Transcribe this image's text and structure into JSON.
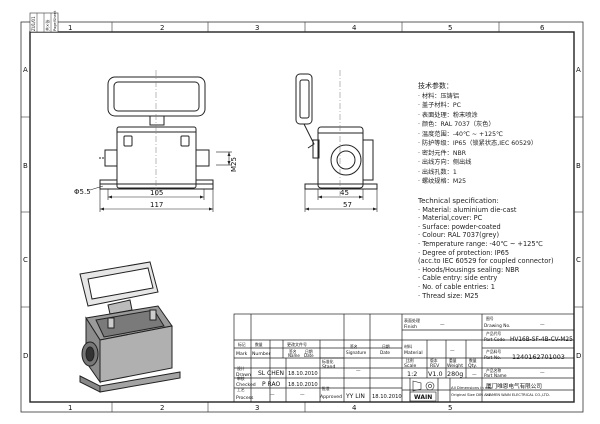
{
  "border": {
    "columns_top": [
      "1",
      "2",
      "3",
      "4",
      "5",
      "6"
    ],
    "columns_bottom": [
      "1",
      "2",
      "3",
      "4",
      "5"
    ],
    "rows_left": [
      "A",
      "B",
      "C",
      "D"
    ],
    "rows_right": [
      "A",
      "B",
      "C",
      "D"
    ],
    "rev_block_top": "共×张",
    "rev_block_sub": "Page/Sheet",
    "rev_block_side": "ZU1/01"
  },
  "dimensions": {
    "hole": "Φ5.5",
    "width_105": "105",
    "width_117": "117",
    "m25": "M25",
    "width_45": "45",
    "width_57": "57"
  },
  "spec_cn": {
    "title": "技术参数：",
    "lines": [
      "· 材料：压铸铝",
      "· 盖子材料：PC",
      "· 表面处理：粉末喷涂",
      "· 颜色：RAL 7037（灰色）",
      "· 温度范围：-40℃ ~ +125℃",
      "· 防护等级：IP65（锁紧状态,IEC 60529）",
      "· 密封元件：NBR",
      "· 出线方向：侧出线",
      "· 出线孔数：1",
      "· 螺纹规格：M25"
    ]
  },
  "spec_en": {
    "title": "Technical specification:",
    "lines": [
      "· Material: aluminium die-cast",
      "· Material,cover: PC",
      "· Surface: powder-coated",
      "· Colour: RAL 7037(grey)",
      "· Temperature range: -40℃ ~ +125℃",
      "· Degree of protection: IP65",
      "   (acc.to IEC 60529 for coupled connector)",
      "· Hoods/Housings sealing: NBR",
      "· Cable entry: side entry",
      "· No. of cable entries: 1",
      "· Thread size: M25"
    ]
  },
  "title_block": {
    "finish_cn": "表面处理",
    "finish": "Finish",
    "finish_val": "—",
    "material_cn": "材料",
    "material": "Material",
    "material_val": "—",
    "drawing_no_cn": "图号",
    "drawing_no": "Drawing No.",
    "drawing_no_val": "—",
    "part_code_cn": "产品代号",
    "part_code": "Part Code",
    "part_code_val": "HV16B-SF-4B-CV-M25",
    "part_no_cn": "产品料号",
    "part_no": "Part No.",
    "part_no_val": "1240162701003",
    "part_name_cn": "产品名称",
    "part_name": "Part Name",
    "part_name_val": "—",
    "scale_cn": "比例",
    "scale": "Scale",
    "scale_val": "1:2",
    "rev_cn": "版本",
    "rev": "REV",
    "rev_val": "V1.0",
    "weight_cn": "重量",
    "weight": "Weight",
    "weight_val": "280g",
    "qty_cn": "数量",
    "qty": "Qty.",
    "qty_val": "—",
    "mark_cn": "标记",
    "mark": "Mark",
    "number_cn": "数量",
    "number": "Number",
    "content_cn": "更改文件号",
    "name_cn": "签名",
    "name": "Name",
    "date_cn": "日期",
    "date": "Date",
    "signature_cn": "签名",
    "signature": "Signature",
    "drawn_cn": "设计",
    "drawn": "Drawn",
    "drawn_name": "SL CHEN",
    "drawn_date": "18.10.2010",
    "checked_cn": "审核",
    "checked": "Checked",
    "checked_name": "P RAO",
    "checked_date": "18.10.2010",
    "process_cn": "工艺",
    "process": "Process",
    "process_name": "—",
    "process_date": "—",
    "standard_cn": "标准化",
    "standard": "Stand",
    "standard_val": "—",
    "approved_cn": "批准",
    "approved": "Approved",
    "approved_name": "YY LIN",
    "approved_date": "18.10.2010",
    "units_line1": "All Dimensions in mm",
    "units_line2": "Original Size DIN A 4",
    "company_cn": "厦门唯恩电气有限公司",
    "company_en": "XIAMEN WAIN ELECTRICAL CO.,LTD.",
    "logo_text": "WAIN"
  }
}
